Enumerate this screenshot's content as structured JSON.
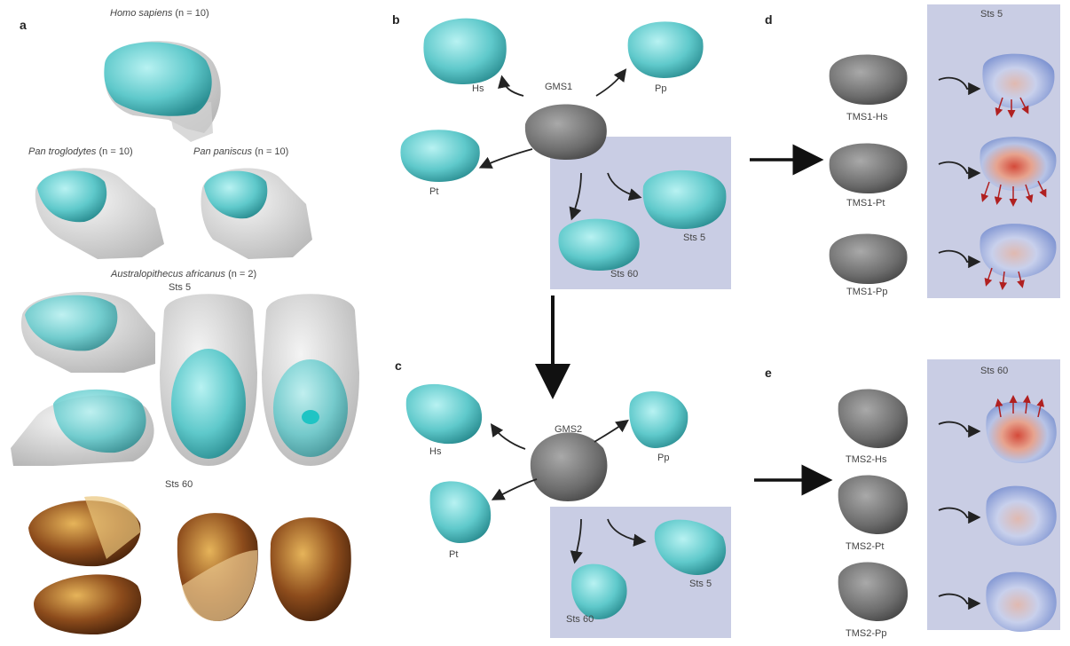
{
  "panels": {
    "a": {
      "label": "a",
      "homo_title": "Homo sapiens",
      "homo_n": "(n = 10)",
      "pan_trog_title": "Pan troglodytes",
      "pan_trog_n": "(n = 10)",
      "pan_pan_title": "Pan paniscus",
      "pan_pan_n": "(n = 10)",
      "austral_title": "Australopithecus africanus",
      "austral_n": "(n = 2)",
      "sts5": "Sts 5",
      "sts60": "Sts 60"
    },
    "b": {
      "label": "b",
      "center": "GMS1",
      "hs": "Hs",
      "pp": "Pp",
      "pt": "Pt",
      "sts5": "Sts 5",
      "sts60": "Sts 60"
    },
    "c": {
      "label": "c",
      "center": "GMS2",
      "hs": "Hs",
      "pp": "Pp",
      "pt": "Pt",
      "sts5": "Sts 5",
      "sts60": "Sts 60"
    },
    "d": {
      "label": "d",
      "box_title": "Sts 5",
      "items": [
        "TMS1-Hs",
        "TMS1-Pt",
        "TMS1-Pp"
      ]
    },
    "e": {
      "label": "e",
      "box_title": "Sts 60",
      "items": [
        "TMS2-Hs",
        "TMS2-Pt",
        "TMS2-Pp"
      ]
    }
  },
  "colors": {
    "endocast": "#6fd3d3",
    "template": "#6f6f6f",
    "highlight_bg": "#c9cde4",
    "bone": "#d8d8d8",
    "fossil": "#8a4a1a"
  }
}
